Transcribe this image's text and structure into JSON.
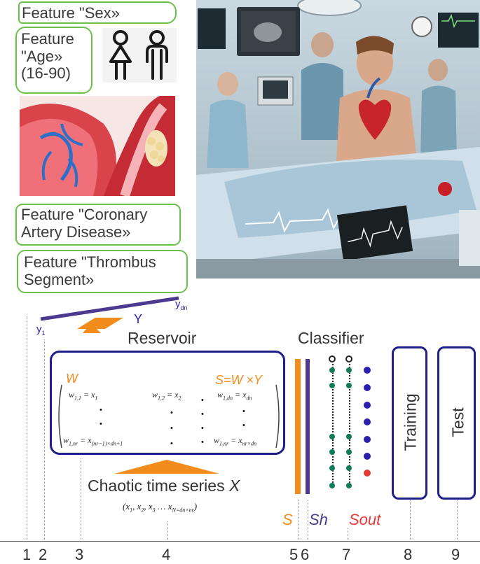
{
  "features": {
    "sex": "Feature \"Sex»",
    "age_line1": "Feature",
    "age_line2": "\"Age»",
    "age_line3": "(16-90)",
    "cad_line1": "Feature \"Coronary",
    "cad_line2": "Artery Disease»",
    "thrombus_line1": "Feature \"Thrombus",
    "thrombus_line2": "Segment»"
  },
  "icons": {
    "female": "female-person-icon",
    "male": "male-person-icon"
  },
  "vector": {
    "y1": "y",
    "y1_sub": "1",
    "ydn": "y",
    "ydn_sub": "dn",
    "Y": "Y"
  },
  "reservoir": {
    "title": "Reservoir",
    "W": "W",
    "formula": "S=W ×Y",
    "cells": {
      "w11": "w",
      "w11_sub": "1,1",
      "w11_rhs": "= x",
      "w11_rhs_sub": "1",
      "w12": "w",
      "w12_sub": "1,2",
      "w12_rhs": "= x",
      "w12_rhs_sub": "2",
      "w1dn": "w",
      "w1dn_sub": "1,dn",
      "w1dn_rhs": "= x",
      "w1dn_rhs_sub": "dn",
      "w1nr_a": "w",
      "w1nr_a_sub": "1,nr",
      "w1nr_a_rhs": "= x",
      "w1nr_a_rhs_sub": "(nr−1)×dn+1",
      "w1nr_b": "w",
      "w1nr_b_sub": "1,nr",
      "w1nr_b_rhs": "= x",
      "w1nr_b_rhs_sub": "nr×dn",
      "dot": "•"
    }
  },
  "chaotic": {
    "label": "Chaotic time series",
    "X": "X",
    "series": "(x",
    "s1": "1",
    "s2": "2",
    "s3": "3",
    "sep": ", x",
    "dots": " … x",
    "sN": "N=dn×nr",
    "close": ")"
  },
  "classifier": {
    "title": "Classifier",
    "S": "S",
    "Sh": "Sh",
    "Sout": "Sout"
  },
  "boxes": {
    "training": "Training",
    "test": "Test"
  },
  "axis": {
    "n1": "1",
    "n2": "2",
    "n3": "3",
    "n4": "4",
    "n5": "5",
    "n6": "6",
    "n7": "7",
    "n8": "8",
    "n9": "9"
  },
  "colors": {
    "green_border": "#6cc04a",
    "navy": "#1f1f8c",
    "orange": "#f28c1c",
    "purple": "#4b3a8f",
    "teal": "#0e7c5a",
    "red": "#e53935",
    "blue_dot": "#2a1fb0"
  }
}
